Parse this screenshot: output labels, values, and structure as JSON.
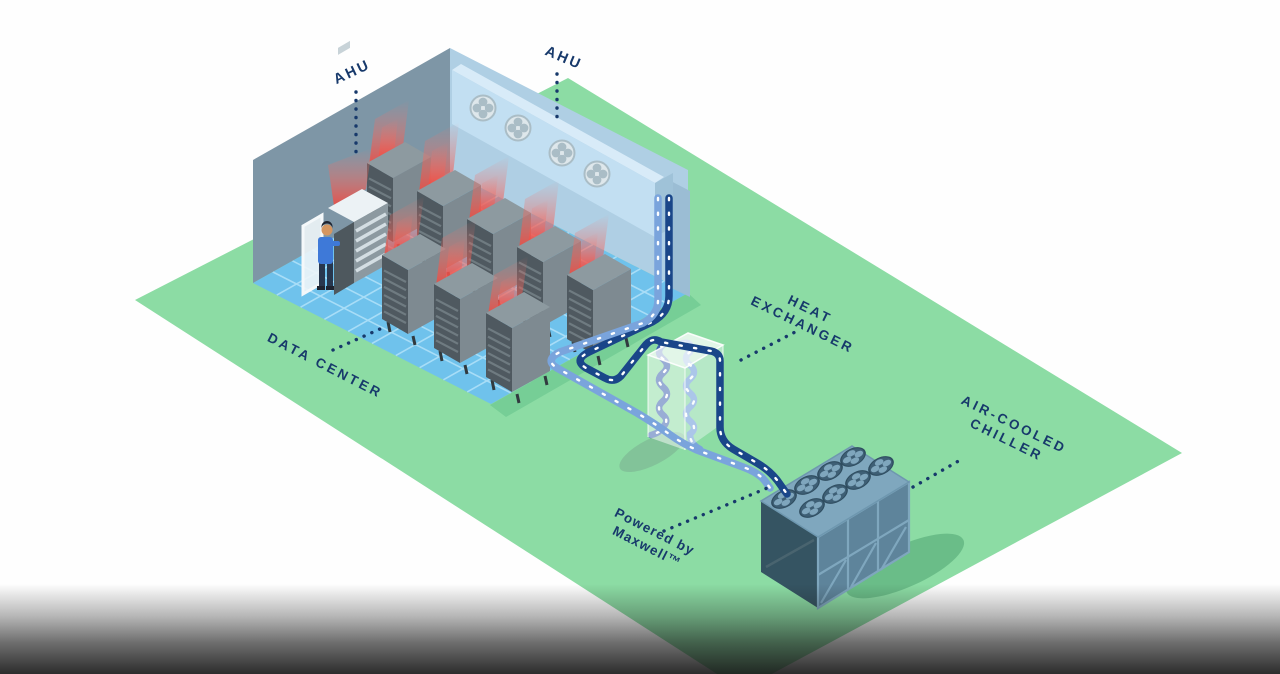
{
  "scene": {
    "labels": {
      "ahu_left": "AHU",
      "ahu_right": "AHU",
      "data_center": "DATA CENTER",
      "heat_exchanger_line1": "HEAT",
      "heat_exchanger_line2": "EXCHANGER",
      "chiller_line1": "AIR-COOLED",
      "chiller_line2": "CHILLER",
      "powered_line1": "Powered by",
      "powered_line2": "Maxwell™"
    },
    "counts": {
      "server_racks": 8,
      "open_rack_cabinet": 1,
      "worker_figures": 1,
      "ahu_duct_fans": 4,
      "chiller_fans": 8,
      "pipes": 2
    },
    "colors": {
      "label": "#17396b",
      "ground": "#8cdca4",
      "ground_shadow": "#74cb92",
      "floor": "#6fc2ec",
      "floor_grid": "#a8ddf7",
      "left_wall": "#7e96a6",
      "back_wall": "#afcfe4",
      "duct": "#c2dff2",
      "pipe_hot": "#1a4689",
      "pipe_cold": "#7aa4dc",
      "pipe_coil": "#3d63ae",
      "rack_front": "#4f5960",
      "rack_side": "#7e8a91",
      "rack_top": "#8d9aa0",
      "heat_glow": "#f4463c",
      "chiller_top": "#7fa7be",
      "chiller_left": "#355462",
      "chiller_right": "#5e849b",
      "worker_shirt": "#3e79d8"
    }
  }
}
